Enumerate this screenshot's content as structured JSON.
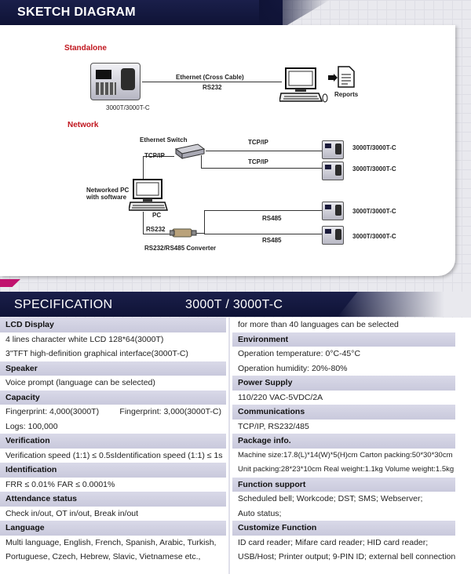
{
  "sketch": {
    "title": "SKETCH DIAGRAM",
    "standalone": {
      "heading": "Standalone",
      "device_label": "3000T/3000T-C",
      "link_top": "Ethernet  (Cross Cable)",
      "link_bottom": "RS232",
      "reports": "Reports"
    },
    "network": {
      "heading": "Network",
      "switch_label": "Ethernet Switch",
      "tcpip_left": "TCP/IP",
      "tcpip_1": "TCP/IP",
      "tcpip_2": "TCP/IP",
      "pc_label_1": "Networked PC",
      "pc_label_2": "with software",
      "pc": "PC",
      "rs232": "RS232",
      "converter": "RS232/RS485 Converter",
      "rs485_1": "RS485",
      "rs485_2": "RS485",
      "devices": [
        "3000T/3000T-C",
        "3000T/3000T-C",
        "3000T/3000T-C",
        "3000T/3000T-C"
      ]
    }
  },
  "spec": {
    "title": "SPECIFICATION",
    "model": "3000T / 3000T-C",
    "left": {
      "lcd_h": "LCD Display",
      "lcd_1": "4 lines character white LCD 128*64(3000T)",
      "lcd_2": "3\"TFT high-definition graphical interface(3000T-C)",
      "speaker_h": "Speaker",
      "speaker_1": "Voice prompt (language can be selected)",
      "capacity_h": "Capacity",
      "capacity_1a": "Fingerprint: 4,000(3000T)",
      "capacity_1b": "Fingerprint: 3,000(3000T-C)",
      "capacity_2": "Logs: 100,000",
      "verification_h": "Verification",
      "verification_1a": "Verification speed (1:1) ≤ 0.5s",
      "verification_1b": "Identification speed (1:1) ≤ 1s",
      "identification_h": "Identification",
      "identification_1": "FRR ≤ 0.01%   FAR ≤ 0.0001%",
      "attendance_h": "Attendance status",
      "attendance_1": "Check in/out, OT in/out, Break in/out",
      "language_h": "Language",
      "language_1": "Multi language, English, French, Spanish, Arabic, Turkish,",
      "language_2": "Portuguese, Czech, Hebrew, Slavic, Vietnamese etc.,"
    },
    "right": {
      "language_3": "for more than 40 languages can be selected",
      "env_h": "Environment",
      "env_1": "Operation temperature: 0°C-45°C",
      "env_2": "Operation humidity: 20%-80%",
      "power_h": "Power Supply",
      "power_1": "110/220 VAC-5VDC/2A",
      "comm_h": "Communications",
      "comm_1": "TCP/IP, RS232/485",
      "package_h": "Package info.",
      "package_1": "Machine size:17.8(L)*14(W)*5(H)cm  Carton packing:50*30*30cm",
      "package_2": "Unit packing:28*23*10cm  Real weight:1.1kg  Volume weight:1.5kg",
      "function_h": "Function support",
      "function_1": "Scheduled bell; Workcode; DST; SMS; Webserver;",
      "function_2": "Auto status;",
      "custom_h": "Customize Function",
      "custom_1": "ID card reader; Mifare card reader; HID card reader;",
      "custom_2": "USB/Host;  Printer output; 9-PIN ID; external bell connection"
    }
  }
}
